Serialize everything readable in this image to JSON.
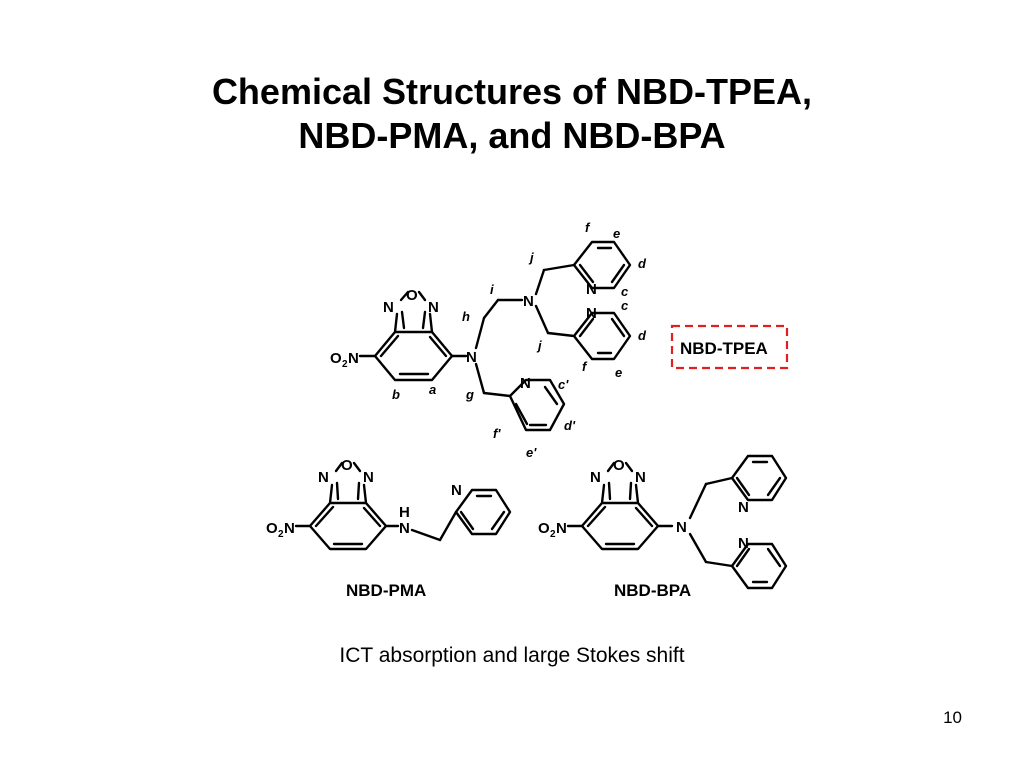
{
  "slide": {
    "title_line1": "Chemical Structures of NBD-TPEA,",
    "title_line2": "NBD-PMA, and NBD-BPA",
    "caption": "ICT absorption and large Stokes shift",
    "page_number": "10"
  },
  "diagram": {
    "compound_names": {
      "tpea": "NBD-TPEA",
      "pma": "NBD-PMA",
      "bpa": "NBD-BPA"
    },
    "atoms": {
      "oxygen": "O",
      "nitrogen": "N",
      "hydrogen": "H",
      "nitro_o": "O",
      "nitro_sub": "2",
      "nitro_n": "N"
    },
    "position_labels": {
      "a": "a",
      "b": "b",
      "g": "g",
      "h": "h",
      "i": "i",
      "j": "j",
      "c": "c",
      "d": "d",
      "e": "e",
      "f": "f",
      "c_prime": "c'",
      "d_prime": "d'",
      "e_prime": "e'",
      "f_prime": "f'"
    },
    "highlight_color": "#e02020"
  }
}
